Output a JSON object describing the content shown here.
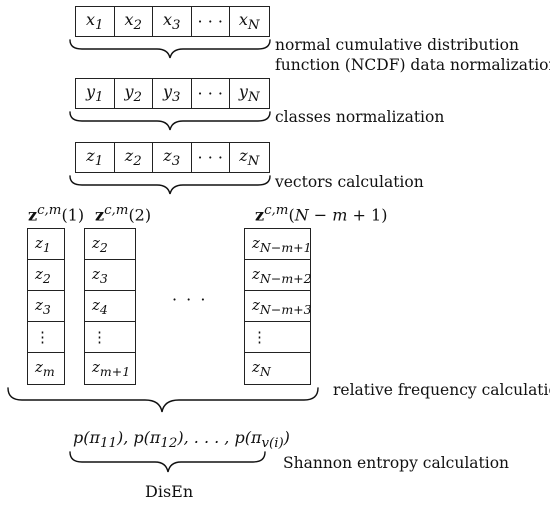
{
  "rows": [
    {
      "cells": [
        "x₁",
        "x₂",
        "x₃",
        "· · ·",
        "x_N"
      ],
      "label_lines": [
        "normal cumulative distribution",
        "function (NCDF) data normalization"
      ]
    },
    {
      "cells": [
        "y₁",
        "y₂",
        "y₃",
        "· · ·",
        "y_N"
      ],
      "label_lines": [
        "classes normalization"
      ]
    },
    {
      "cells": [
        "z₁",
        "z₂",
        "z₃",
        "· · ·",
        "z_N"
      ],
      "label_lines": [
        "vectors calculation"
      ]
    }
  ],
  "vectors": [
    {
      "title": "z^{c,m}(1)",
      "cells": [
        "z₁",
        "z₂",
        "z₃",
        "⋮",
        "z_m"
      ]
    },
    {
      "title": "z^{c,m}(2)",
      "cells": [
        "z₂",
        "z₃",
        "z₄",
        "⋮",
        "z_{m+1}"
      ]
    },
    {
      "title": "z^{c,m}(N − m + 1)",
      "cells": [
        "z_{N−m+1}",
        "z_{N−m+2}",
        "z_{N−m+3}",
        "⋮",
        "z_N"
      ]
    }
  ],
  "middle_dots": "· · ·",
  "frequency_label": "relative frequency calculation",
  "probabilities": "p(π₁₁), p(π₁₂), . . . , p(π_{v(i)})",
  "entropy_label": "Shannon entropy calculation",
  "output": "DisEn"
}
